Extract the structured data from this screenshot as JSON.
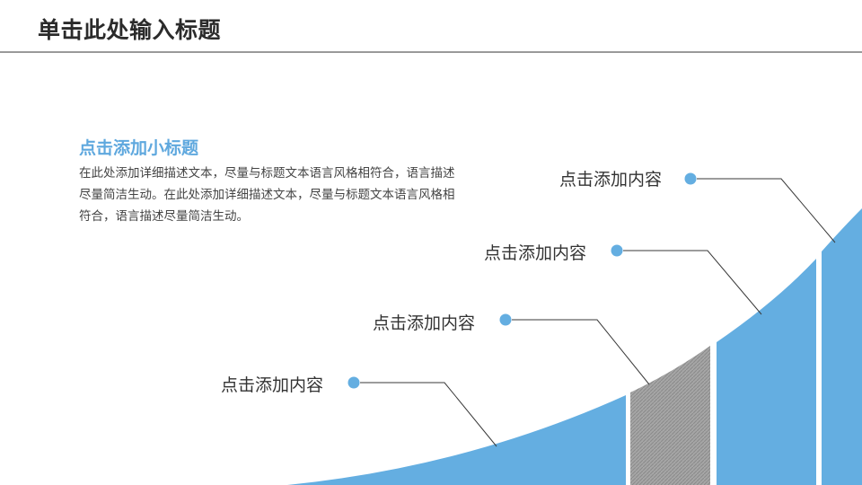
{
  "header": {
    "title": "单击此处输入标题"
  },
  "content": {
    "subtitle": "点击添加小标题",
    "description": "在此处添加详细描述文本，尽量与标题文本语言风格相符合，语言描述尽量简洁生动。在此处添加详细描述文本，尽量与标题文本语言风格相符合，语言描述尽量简洁生动。"
  },
  "callouts": [
    {
      "label": "点击添加内容"
    },
    {
      "label": "点击添加内容"
    },
    {
      "label": "点击添加内容"
    },
    {
      "label": "点击添加内容"
    }
  ],
  "colors": {
    "accent": "#64aee1",
    "highlight": "#9a9a9a",
    "title_rule": "#9a9a9a"
  }
}
